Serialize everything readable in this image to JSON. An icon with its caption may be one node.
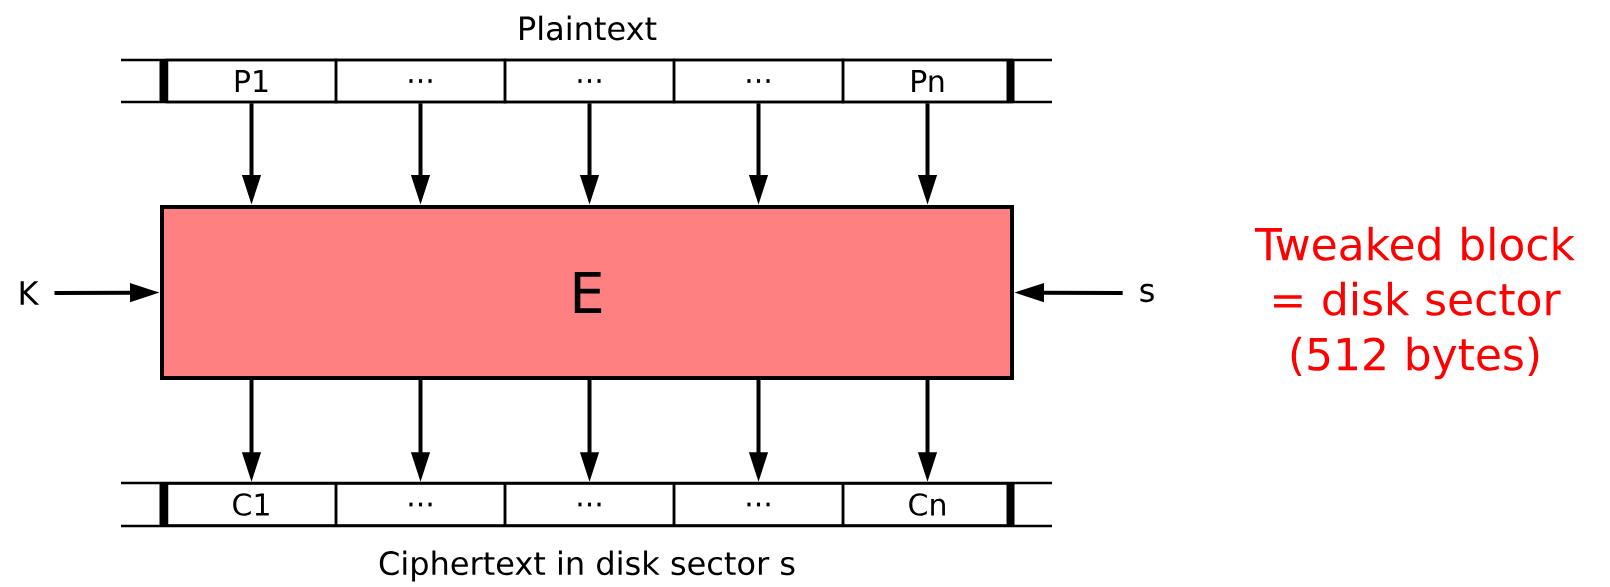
{
  "diagram": {
    "nodes": [
      {
        "text": [
          "P1"
        ]
      },
      {
        "text": [
          "..."
        ]
      },
      {
        "text": [
          "..."
        ]
      },
      {
        "text": [
          "..."
        ]
      },
      {
        "text": [
          "Pn"
        ]
      },
      {
        "text": [
          "E"
        ]
      },
      {
        "text": [
          "C1"
        ]
      },
      {
        "text": [
          "..."
        ]
      },
      {
        "text": [
          "..."
        ]
      },
      {
        "text": [
          "..."
        ]
      },
      {
        "text": [
          "Cn"
        ]
      },
      {
        "text": [
          "K"
        ]
      },
      {
        "text": [
          "s"
        ]
      }
    ],
    "edges": [
      {
        "from": 0,
        "to": 5,
        "arrow": "to"
      },
      {
        "from": 1,
        "to": 5,
        "arrow": "to"
      },
      {
        "from": 2,
        "to": 5,
        "arrow": "to"
      },
      {
        "from": 3,
        "to": 5,
        "arrow": "to"
      },
      {
        "from": 4,
        "to": 5,
        "arrow": "to"
      },
      {
        "from": 5,
        "to": 6,
        "arrow": "to"
      },
      {
        "from": 5,
        "to": 7,
        "arrow": "to"
      },
      {
        "from": 5,
        "to": 8,
        "arrow": "to"
      },
      {
        "from": 5,
        "to": 9,
        "arrow": "to"
      },
      {
        "from": 5,
        "to": 10,
        "arrow": "to"
      },
      {
        "from": 11,
        "to": 5,
        "arrow": "to"
      },
      {
        "from": 12,
        "to": 5,
        "arrow": "to"
      }
    ],
    "labels": [
      "Plaintext",
      "Ciphertext in disk sector s",
      "Tweaked block = disk sector (512 bytes)"
    ]
  }
}
